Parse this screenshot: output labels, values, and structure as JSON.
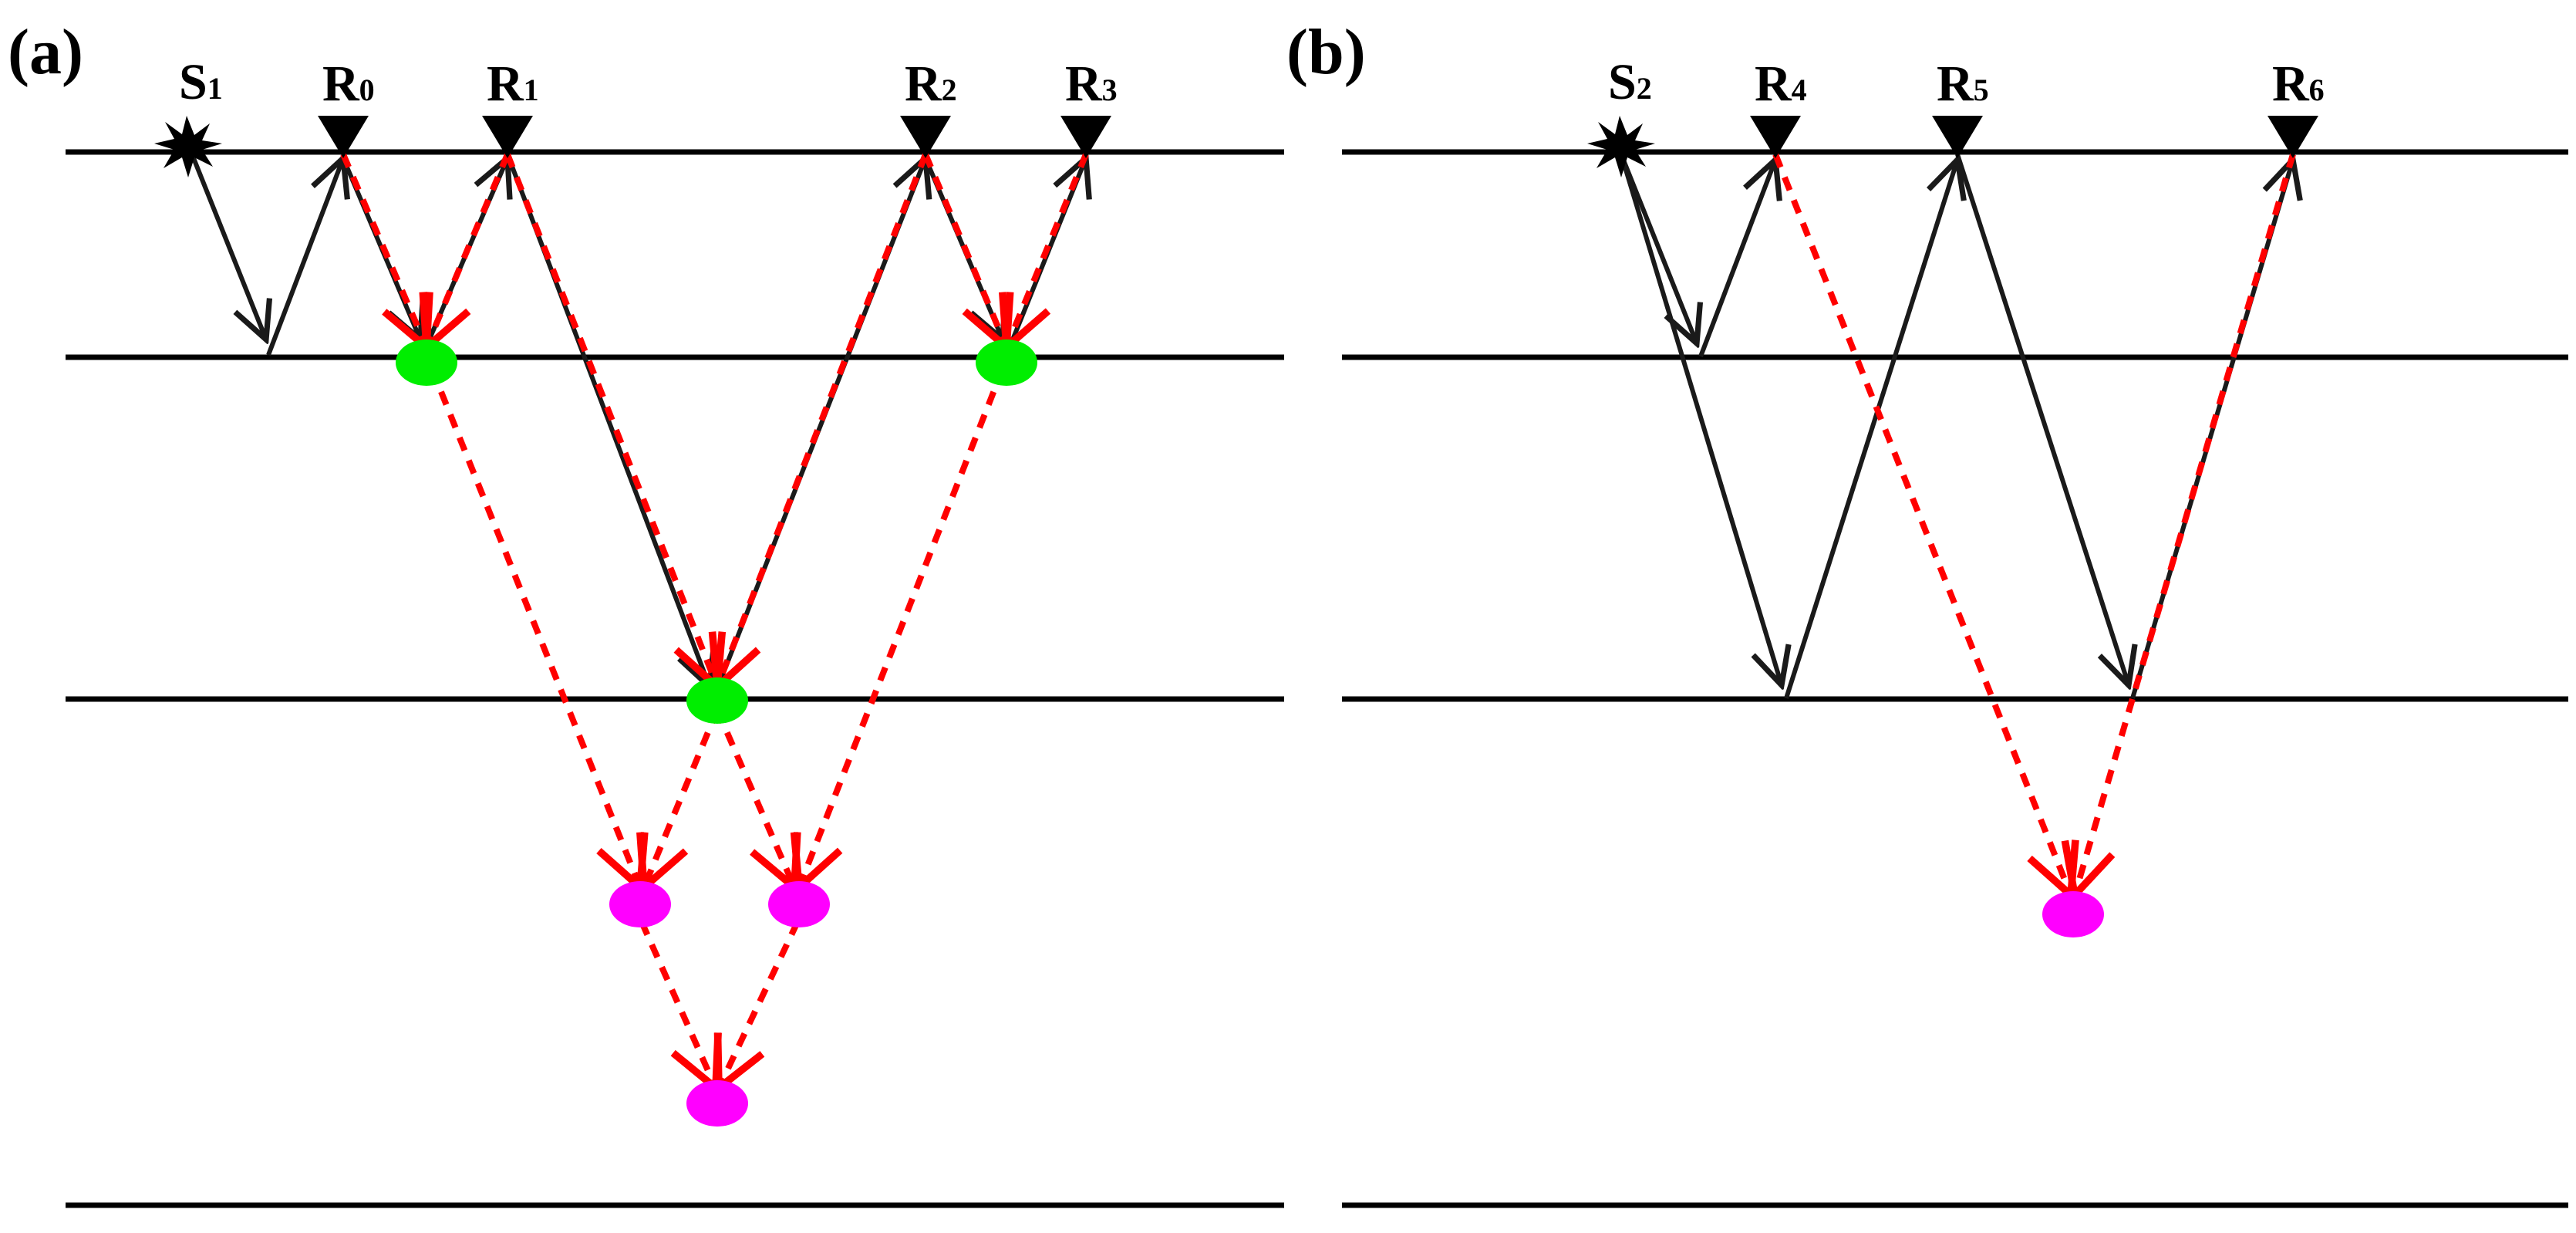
{
  "panels": {
    "a": {
      "label": "(a)",
      "source": {
        "letter": "S",
        "subscript": "1"
      },
      "receivers": [
        {
          "letter": "R",
          "subscript": "0"
        },
        {
          "letter": "R",
          "subscript": "1"
        },
        {
          "letter": "R",
          "subscript": "2"
        },
        {
          "letter": "R",
          "subscript": "3"
        }
      ]
    },
    "b": {
      "label": "(b)",
      "source": {
        "letter": "S",
        "subscript": "2"
      },
      "receivers": [
        {
          "letter": "R",
          "subscript": "4"
        },
        {
          "letter": "R",
          "subscript": "5"
        },
        {
          "letter": "R",
          "subscript": "6"
        }
      ]
    }
  },
  "colors": {
    "ray": "#1a1a1a",
    "virtual_ray": "#ff0000",
    "layer": "#000000",
    "first_order_point": "#00ee00",
    "second_order_point": "#ff00ff"
  }
}
